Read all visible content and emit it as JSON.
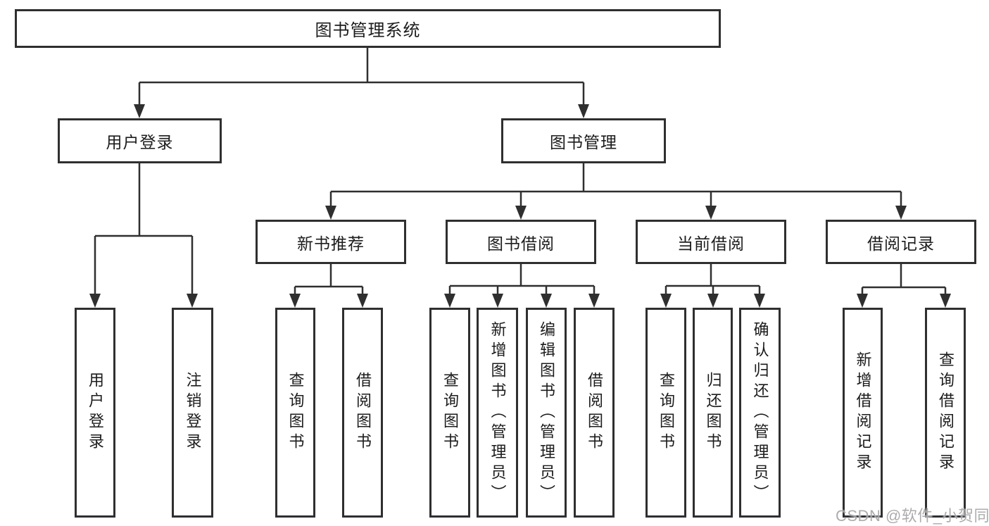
{
  "watermark": "CSDN @软件_小贺同学",
  "colors": {
    "line": "#2f2f2f",
    "box_border": "#2f2f2f",
    "text": "#1c1c1c",
    "watermark": "#9e9e9e",
    "background": "#ffffff"
  },
  "tree": {
    "root": {
      "label": "图书管理系统"
    },
    "level2": [
      {
        "label": "用户登录"
      },
      {
        "label": "图书管理"
      }
    ],
    "level3": [
      {
        "label": "新书推荐",
        "parent": "图书管理"
      },
      {
        "label": "图书借阅",
        "parent": "图书管理"
      },
      {
        "label": "当前借阅",
        "parent": "图书管理"
      },
      {
        "label": "借阅记录",
        "parent": "图书管理"
      }
    ],
    "leaves": [
      {
        "parent": "用户登录",
        "label": "用户登录"
      },
      {
        "parent": "用户登录",
        "label": "注销登录"
      },
      {
        "parent": "新书推荐",
        "label": "查询图书"
      },
      {
        "parent": "新书推荐",
        "label": "借阅图书"
      },
      {
        "parent": "图书借阅",
        "label": "查询图书"
      },
      {
        "parent": "图书借阅",
        "label": "新增图书（管理员）"
      },
      {
        "parent": "图书借阅",
        "label": "编辑图书（管理员）"
      },
      {
        "parent": "图书借阅",
        "label": "借阅图书"
      },
      {
        "parent": "当前借阅",
        "label": "查询图书"
      },
      {
        "parent": "当前借阅",
        "label": "归还图书"
      },
      {
        "parent": "当前借阅",
        "label": "确认归还（管理员）"
      },
      {
        "parent": "借阅记录",
        "label": "新增借阅记录"
      },
      {
        "parent": "借阅记录",
        "label": "查询借阅记录"
      }
    ]
  }
}
